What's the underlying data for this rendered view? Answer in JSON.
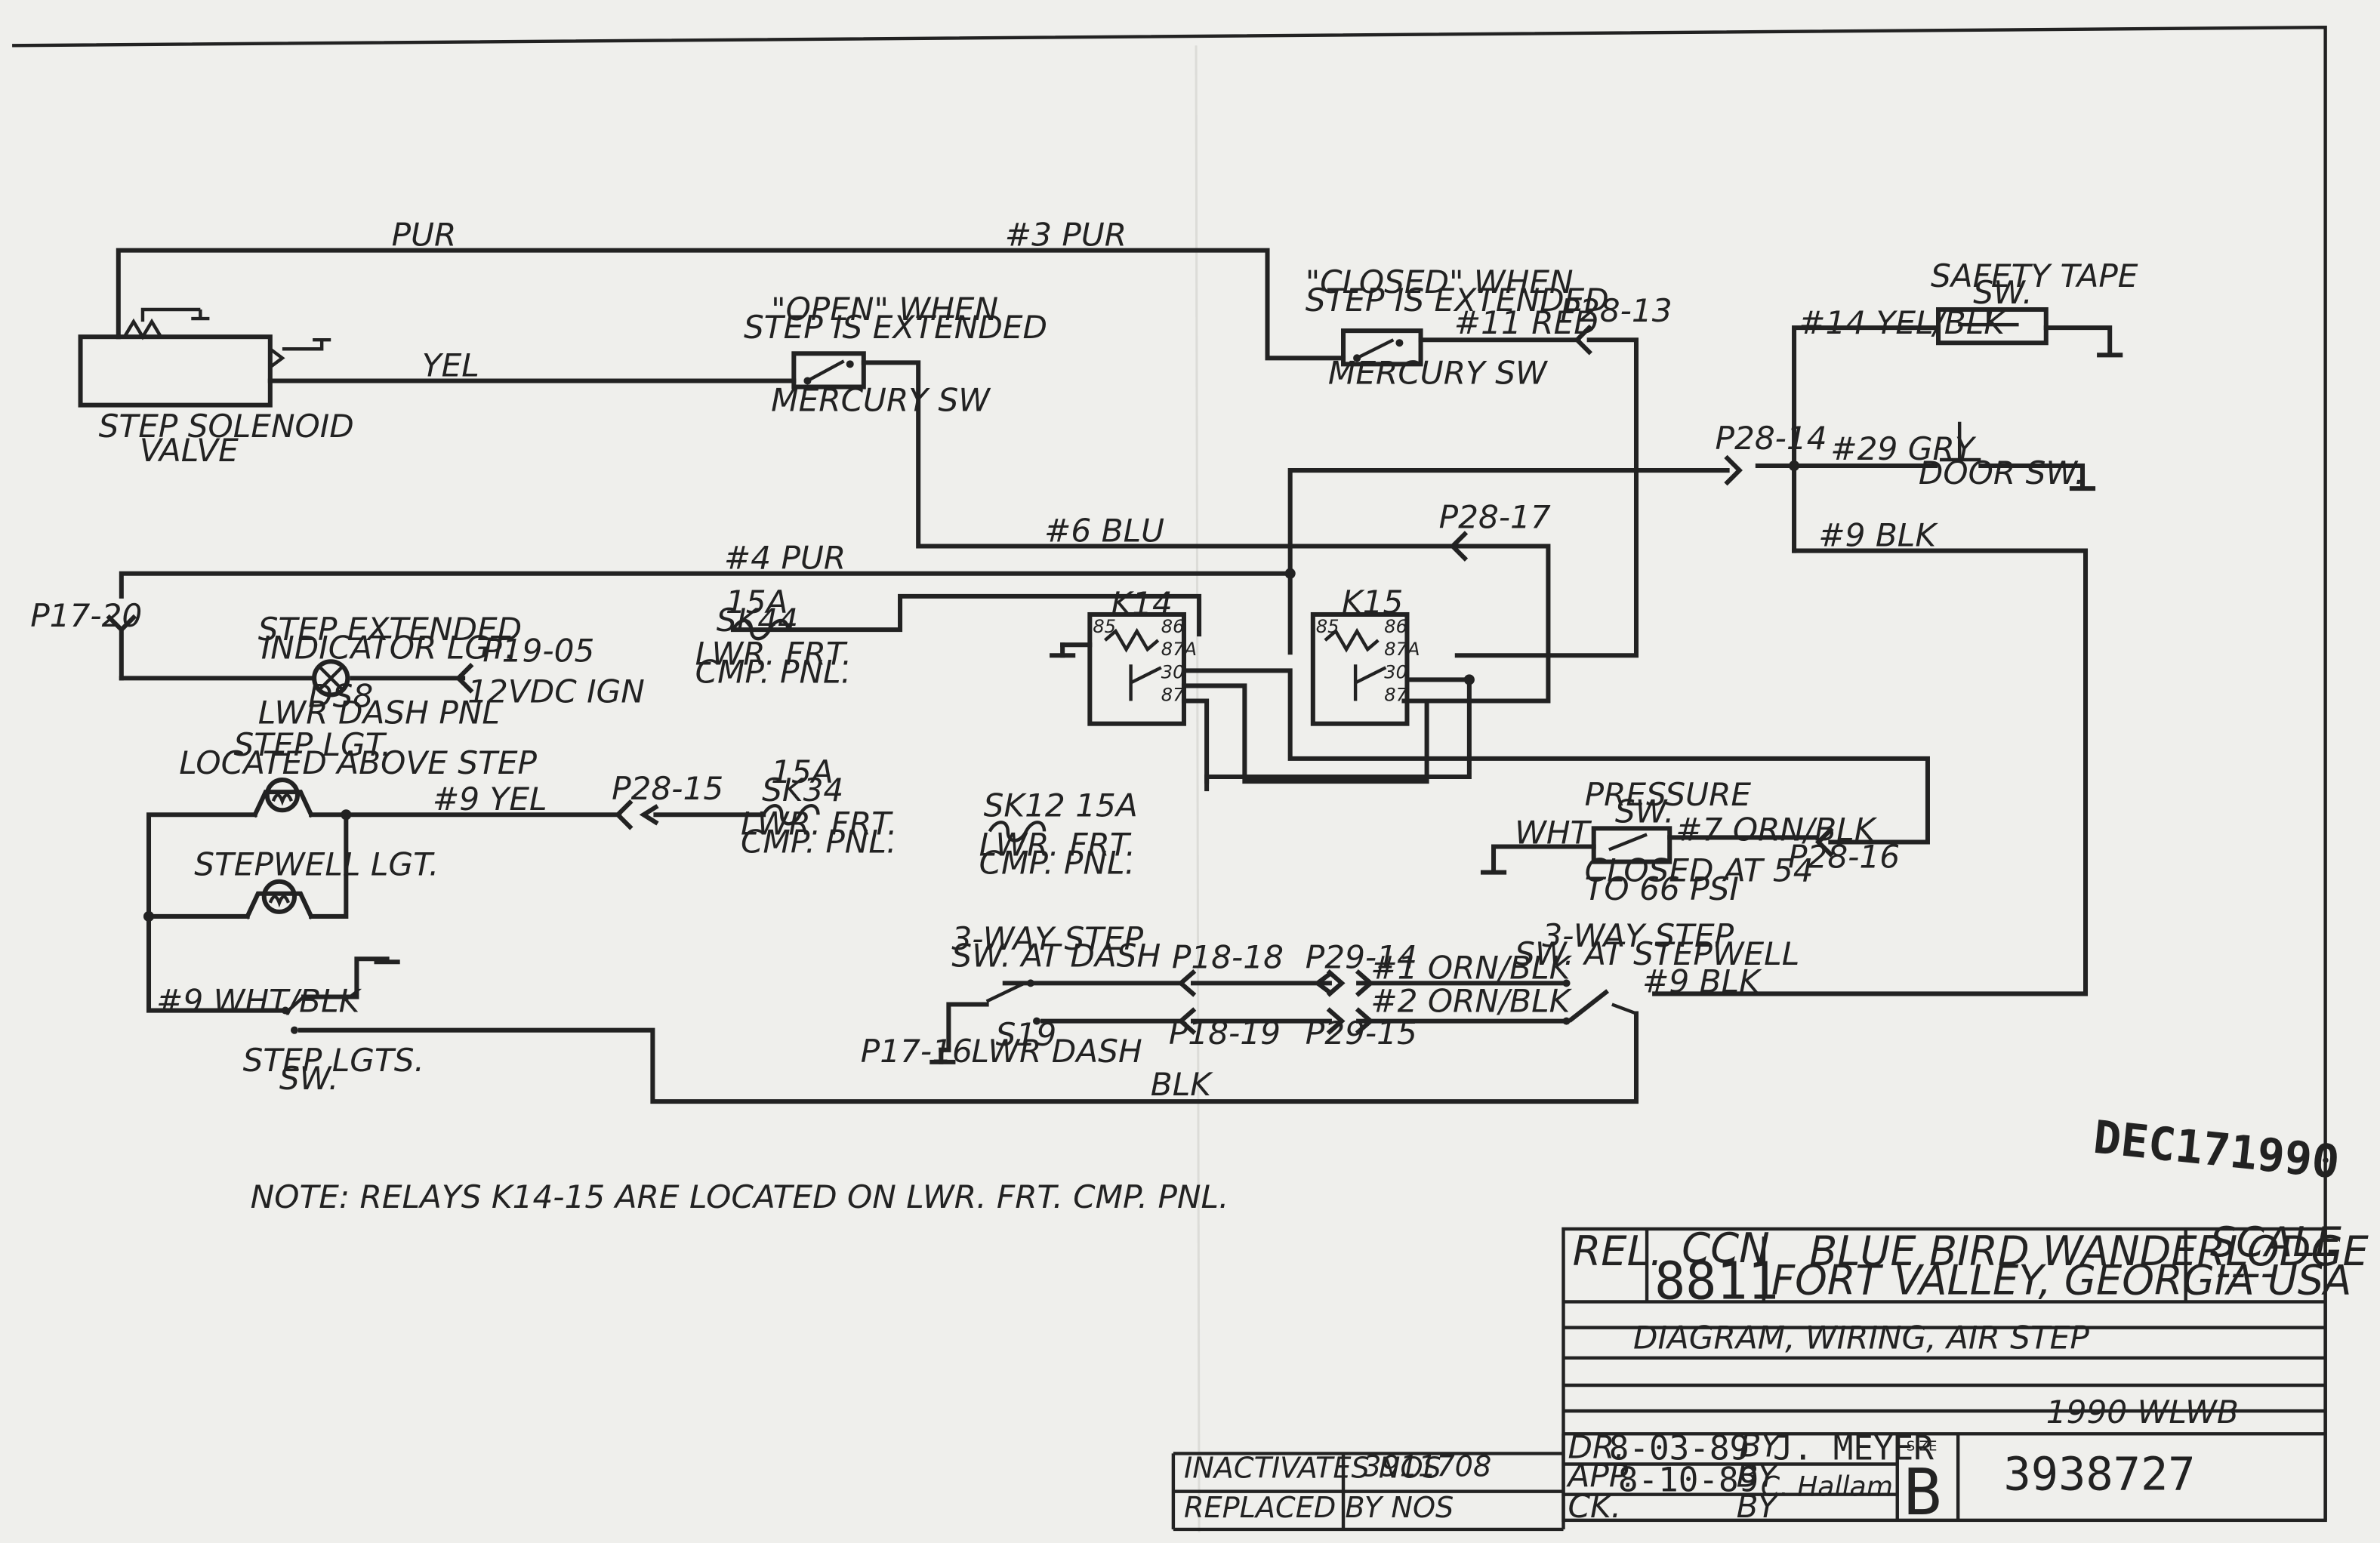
{
  "diagram": {
    "wire_labels": {
      "top_pur": "PUR",
      "pur_3": "#3 PUR",
      "yel": "YEL",
      "red_11": "#11 RED",
      "blu_6": "#6 BLU",
      "pur_4": "#4 PUR",
      "yel_blk_14": "#14 YEL/BLK",
      "gry_29": "#29 GRY",
      "blk_9_right": "#9 BLK",
      "yel_9": "#9 YEL",
      "wht": "WHT",
      "orn_blk_7": "#7 ORN/BLK",
      "wht_blk_9": "#9 WHT/BLK",
      "orn_blk_1": "#1 ORN/BLK",
      "orn_blk_2": "#2 ORN/BLK",
      "blk_9_bottom": "#9 BLK",
      "blk_bottom": "BLK"
    },
    "connectors": {
      "p28_13": "P28-13",
      "p28_14": "P28-14",
      "p28_17": "P28-17",
      "p17_20": "P17-20",
      "p19_05": "P19-05",
      "p28_15": "P28-15",
      "p28_16": "P28-16",
      "p18_18": "P18-18",
      "p18_19": "P18-19",
      "p29_14": "P29-14",
      "p29_15": "P29-15",
      "p17_16": "P17-16"
    },
    "components": {
      "solenoid": [
        "STEP SOLENOID",
        "VALVE"
      ],
      "merc1_note": [
        "\"OPEN\" WHEN",
        "STEP IS EXTENDED"
      ],
      "merc1_name": "MERCURY SW",
      "merc2_note": [
        "\"CLOSED\" WHEN",
        "STEP IS EXTENDED"
      ],
      "merc2_name": "MERCURY SW",
      "safety": [
        "SAFETY TAPE",
        "SW."
      ],
      "door": "DOOR SW.",
      "k14": "K14",
      "k15": "K15",
      "relay_pins": [
        "85",
        "86",
        "87A",
        "30",
        "87"
      ],
      "fuse_sk44": [
        "15A",
        "SK44",
        "LWR. FRT.",
        "CMP. PNL."
      ],
      "indicator": [
        "STEP EXTENDED",
        "INDICATOR LGT."
      ],
      "ds8": [
        "DS8",
        "LWR DASH PNL"
      ],
      "ign": "12VDC IGN",
      "step_lgt": [
        "STEP LGT.",
        "LOCATED ABOVE STEP"
      ],
      "stepwell": "STEPWELL LGT.",
      "fuse_sk34": [
        "15A",
        "SK34",
        "LWR. FRT.",
        "CMP. PNL."
      ],
      "fuse_sk12": [
        "SK12 15A",
        "LWR. FRT.",
        "CMP. PNL."
      ],
      "pressure": [
        "PRESSURE",
        "SW."
      ],
      "pressure_note": [
        "CLOSED AT 54",
        "TO 66 PSI"
      ],
      "sw_dash": [
        "3-WAY STEP",
        "SW. AT DASH"
      ],
      "sw_stepwell": [
        "3-WAY STEP",
        "SW. AT STEPWELL"
      ],
      "s19": [
        "S19",
        "LWR DASH"
      ],
      "step_lgts_sw": [
        "STEP LGTS.",
        "SW."
      ]
    },
    "note": "NOTE: RELAYS K14-15 ARE LOCATED ON LWR. FRT. CMP. PNL."
  },
  "stamp": "DEC171990",
  "title_block": {
    "rel": "REL.",
    "ccn_label": "CCN",
    "ccn_value": "8811",
    "company": "BLUE BIRD WANDERLODGE",
    "location": "FORT VALLEY, GEORGIA USA",
    "scale_label": "SCALE",
    "scale_value": "----",
    "title": "DIAGRAM, WIRING, AIR STEP",
    "model": "1990 WLWB",
    "inactivates_label": "INACTIVATES NOS",
    "inactivates_value": "3911708",
    "replaced_label": "REPLACED BY NOS",
    "dr_label": "DR.",
    "dr_date": "8-03-89",
    "by": "BY",
    "dr_by": "J. MEYER",
    "app_label": "APP.",
    "app_date": "8-10-89",
    "app_by": "C. Hallam",
    "ck_label": "CK.",
    "size_label": "SIZE",
    "size_value": "B",
    "drawing_no": "3938727"
  }
}
